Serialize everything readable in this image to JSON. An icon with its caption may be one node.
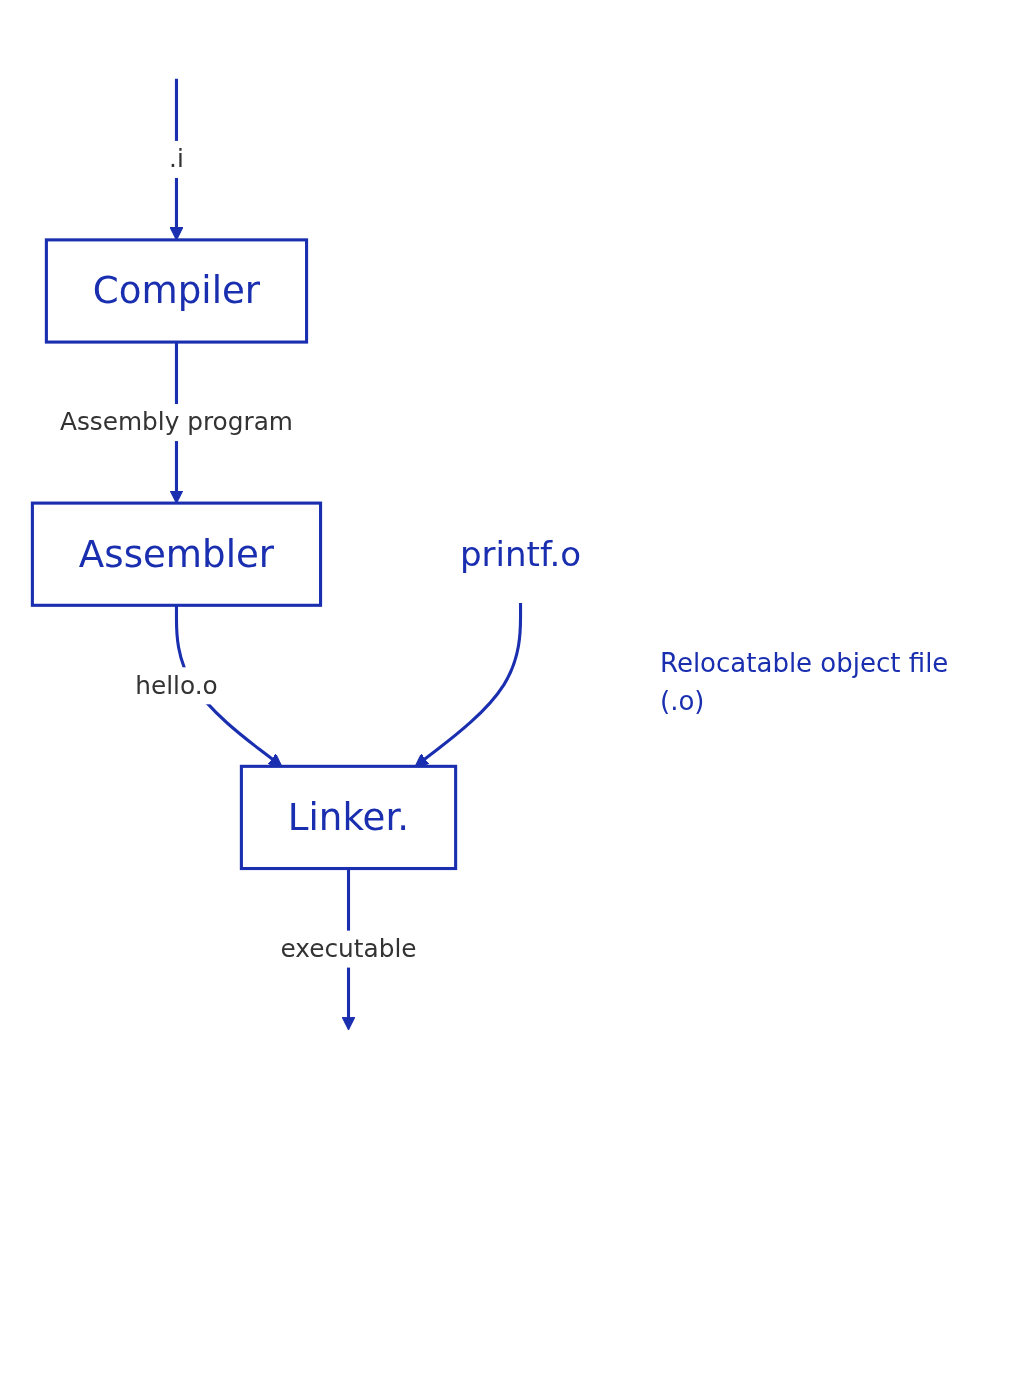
{
  "diagram": {
    "nodes": [
      {
        "text": [
          "Compiler"
        ]
      },
      {
        "text": [
          "Assembler"
        ]
      },
      {
        "text": [
          "Linker."
        ]
      },
      {
        "text": [
          "printf.o"
        ]
      }
    ],
    "edges": [
      {
        "from": null,
        "to": 0,
        "arrow": "to",
        "label": ".i"
      },
      {
        "from": 0,
        "to": 1,
        "arrow": "to",
        "label": "Assembly program"
      },
      {
        "from": 1,
        "to": 2,
        "arrow": "to",
        "label": "hello.o"
      },
      {
        "from": 3,
        "to": 2,
        "arrow": "to"
      },
      {
        "from": 2,
        "to": null,
        "arrow": "to",
        "label": "executable"
      }
    ],
    "labels": [
      "Relocatable object file",
      "(.o)"
    ]
  }
}
